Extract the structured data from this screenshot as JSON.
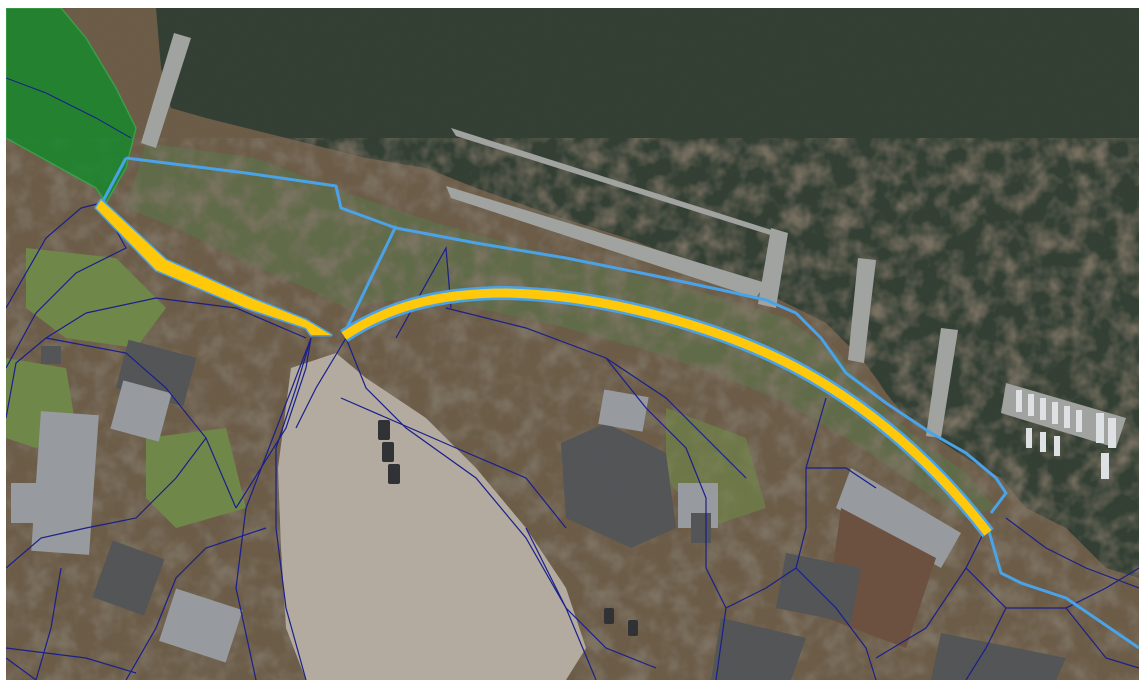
{
  "map": {
    "kind": "aerial-orthophoto",
    "labels": [],
    "colors": {
      "water": "#2e3b2f",
      "water_light": "#3d4b3c",
      "shore_grass": "#5f6a45",
      "woodland_ground": "#6b5a44",
      "gravel_area": "#b9b0a3",
      "grass": "#6f8a45",
      "roof_dark": "#505255",
      "roof_light": "#9a9ea2",
      "roof_brown": "#6c4d3c",
      "pier": "#a4a7a3",
      "path_highlight": "#ffc80a",
      "path_casing": "#4aa3e8",
      "boundary_outline": "#4aa3e8",
      "parcel_lines": "#1a1f8c",
      "green_polygon_fill": "#0f8c2a",
      "green_polygon_outline": "#2fb04a"
    },
    "layers": [
      "aerial-imagery",
      "parcel-boundaries",
      "study-area-boundary",
      "highlighted-footpath",
      "protected-area-polygon"
    ]
  }
}
